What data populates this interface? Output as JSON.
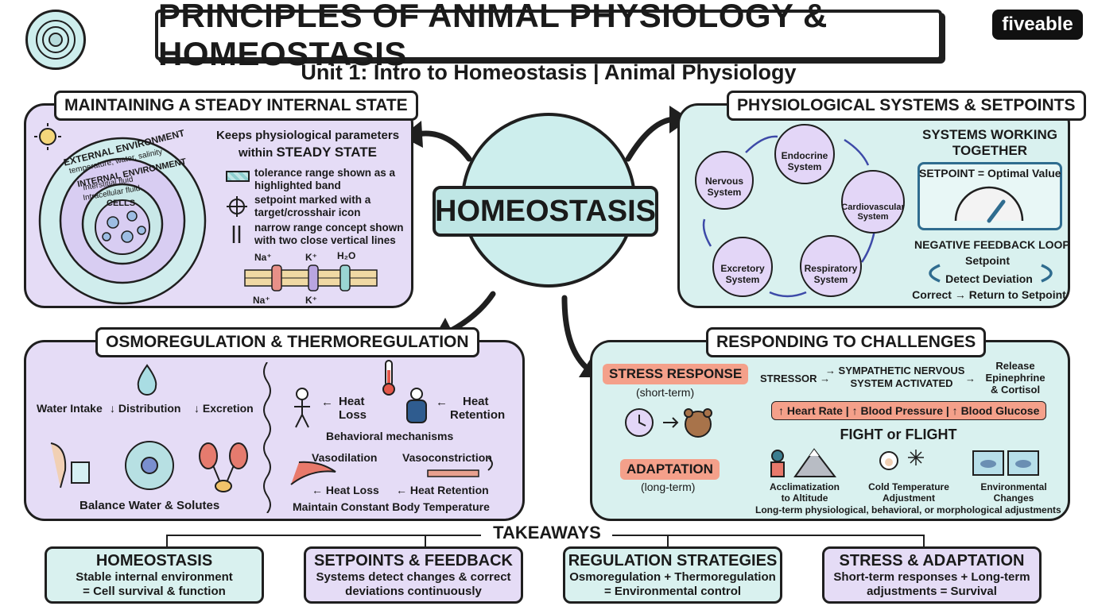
{
  "header": {
    "title": "PRINCIPLES OF ANIMAL PHYSIOLOGY & HOMEOSTASIS",
    "subtitle": "Unit 1: Intro to Homeostasis | Animal Physiology",
    "brand": "fiveable"
  },
  "center": {
    "label": "HOMEOSTASIS"
  },
  "steady_state": {
    "title": "MAINTAINING A STEADY INTERNAL STATE",
    "rings": {
      "external": "EXTERNAL ENVIRONMENT",
      "external_sub": "temperature, water, salinity",
      "internal": "INTERNAL ENVIRONMENT",
      "internal_sub1": "Interstitial fluid",
      "internal_sub2": "Intracellular fluid",
      "cells": "CELLS"
    },
    "keeps_line1": "Keeps physiological parameters",
    "keeps_line2_prefix": "within ",
    "keeps_line2_strong": "STEADY STATE",
    "legend": [
      {
        "icon": "band",
        "text1": "tolerance range shown as a",
        "text2": "highlighted band"
      },
      {
        "icon": "crosshair",
        "text1": "setpoint marked with a",
        "text2": "target/crosshair icon"
      },
      {
        "icon": "lines",
        "text1": "narrow range concept shown",
        "text2": "with two close vertical lines"
      }
    ],
    "ions": {
      "na_top": "Na⁺",
      "k_top": "K⁺",
      "h2o": "H₂O",
      "na_bottom": "Na⁺",
      "k_bottom": "K⁺"
    }
  },
  "systems": {
    "title": "PHYSIOLOGICAL SYSTEMS & SETPOINTS",
    "nodes": {
      "nervous": "Nervous\nSystem",
      "endocrine": "Endocrine\nSystem",
      "cardio": "Cardiovascular\nSystem",
      "respiratory": "Respiratory\nSystem",
      "excretory": "Excretory\nSystem"
    },
    "working_line1": "SYSTEMS WORKING",
    "working_line2": "TOGETHER",
    "setpoint_label": "SETPOINT = Optimal Value",
    "loop_title": "NEGATIVE FEEDBACK LOOP",
    "loop_setpoint": "Setpoint",
    "loop_detect": "Detect Deviation",
    "loop_correct": "Correct → Return to Setpoint"
  },
  "osmo": {
    "title": "OSMOREGULATION & THERMOREGULATION",
    "water_intake": "Water Intake",
    "distribution": "↓ Distribution",
    "excretion": "↓ Excretion",
    "balance": "Balance Water & Solutes",
    "heat_loss_line1": "Heat",
    "heat_loss_line2": "Loss",
    "heat_ret_line1": "Heat",
    "heat_ret_line2": "Retention",
    "behavioral": "Behavioral mechanisms",
    "vasodilation": "Vasodilation",
    "vasoconstriction": "Vasoconstriction",
    "vaso_heat_loss": "← Heat Loss",
    "vaso_heat_ret": "← Heat Retention",
    "maintain": "Maintain Constant Body Temperature"
  },
  "challenges": {
    "title": "RESPONDING TO CHALLENGES",
    "stress_title": "STRESS RESPONSE",
    "stress_sub": "(short-term)",
    "stressor": "STRESSOR →",
    "sympathetic_line1": "SYMPATHETIC NERVOUS",
    "sympathetic_line2": "SYSTEM ACTIVATED",
    "release_line1": "Release",
    "release_line2": "Epinephrine",
    "release_line3": "& Cortisol",
    "effects": "↑ Heart Rate | ↑ Blood Pressure | ↑ Blood Glucose",
    "fight": "FIGHT or FLIGHT",
    "adapt_title": "ADAPTATION",
    "adapt_sub": "(long-term)",
    "accl_line1": "Acclimatization",
    "accl_line2": "to Altitude",
    "cold_line1": "Cold Temperature",
    "cold_line2": "Adjustment",
    "env_line1": "Environmental",
    "env_line2": "Changes",
    "long_term": "Long-term physiological, behavioral, or morphological adjustments"
  },
  "takeaways": {
    "label": "TAKEAWAYS",
    "cards": [
      {
        "title": "HOMEOSTASIS",
        "line1": "Stable internal environment",
        "line2": "= Cell survival & function"
      },
      {
        "title": "SETPOINTS & FEEDBACK",
        "line1": "Systems detect changes & correct",
        "line2": "deviations continuously"
      },
      {
        "title": "REGULATION STRATEGIES",
        "line1": "Osmoregulation + Thermoregulation",
        "line2": "= Environmental control"
      },
      {
        "title": "STRESS & ADAPTATION",
        "line1": "Short-term responses + Long-term",
        "line2": "adjustments = Survival"
      }
    ]
  },
  "colors": {
    "purple_panel": "#e5dcf6",
    "teal_panel": "#d9f1ef",
    "center_circle": "#cdeeed",
    "salmon_pill": "#f4a08a",
    "ink": "#1f1f1f"
  }
}
